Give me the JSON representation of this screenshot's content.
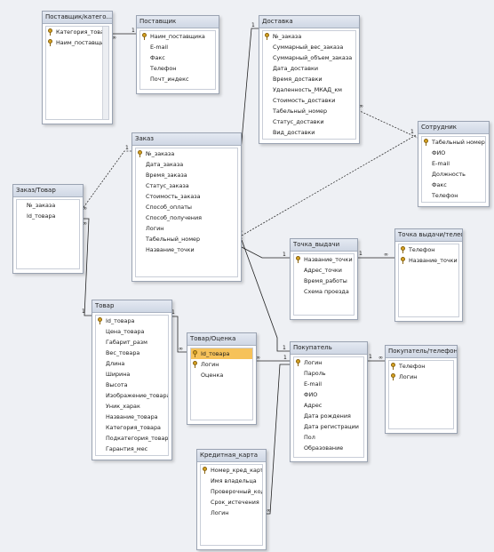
{
  "tables": {
    "supplier_category": {
      "title": "Поставщик/катего...",
      "fields": [
        "Категория_товара",
        "Наим_поставщика"
      ]
    },
    "supplier": {
      "title": "Поставщик",
      "fields": [
        "Наим_поставщика",
        "E-mail",
        "Факс",
        "Телефон",
        "Почт_индекс"
      ]
    },
    "delivery": {
      "title": "Доставка",
      "fields": [
        "№_заказа",
        "Суммарный_вес_заказа",
        "Суммарный_объем_заказа",
        "Дата_доставки",
        "Время_доставки",
        "Удаленность_МКАД_км",
        "Стоимость_доставки",
        "Табельный_номер",
        "Статус_доставки",
        "Вид_доставки"
      ]
    },
    "employee": {
      "title": "Сотрудник",
      "fields": [
        "Табельный номер",
        "ФИО",
        "E-mail",
        "Должность",
        "Факс",
        "Телефон"
      ]
    },
    "order": {
      "title": "Заказ",
      "fields": [
        "№_заказа",
        "Дата_заказа",
        "Время_заказа",
        "Статус_заказа",
        "Стоимость_заказа",
        "Способ_оплаты",
        "Способ_получения",
        "Логин",
        "Табельный_номер",
        "Название_точки"
      ]
    },
    "order_goods": {
      "title": "Заказ/Товар",
      "fields": [
        "№_заказа",
        "Id_товара"
      ]
    },
    "pickup_point": {
      "title": "Точка_выдачи",
      "fields": [
        "Название_точки",
        "Адрес_точки",
        "Время_работы",
        "Схема проезда"
      ]
    },
    "pickup_phone": {
      "title": "Точка выдачи/телеф...",
      "fields": [
        "Телефон",
        "Название_точки"
      ]
    },
    "goods": {
      "title": "Товар",
      "fields": [
        "Id_товара",
        "Цена_товара",
        "Габарит_разм",
        "Вес_товара",
        "Длина",
        "Ширина",
        "Высота",
        "Изображение_товара",
        "Уник_харак",
        "Название_товара",
        "Категория_товара",
        "Подкатегория_товара",
        "Гарантия_мес"
      ]
    },
    "goods_rating": {
      "title": "Товар/Оценка",
      "fields": [
        "Id_товара",
        "Логин",
        "Оценка"
      ]
    },
    "buyer": {
      "title": "Покупатель",
      "fields": [
        "Логин",
        "Пароль",
        "E-mail",
        "ФИО",
        "Адрес",
        "Дата рождения",
        "Дата регистрации",
        "Пол",
        "Образование"
      ]
    },
    "buyer_phone": {
      "title": "Покупатель/телефон",
      "fields": [
        "Телефон",
        "Логин"
      ]
    },
    "loyalty_card": {
      "title": "Кредитная_карта",
      "fields": [
        "Номер_кред_карты",
        "Имя владельца",
        "Проверочный_код",
        "Срок_истечения",
        "Логин"
      ]
    }
  },
  "relation_labels": {
    "one": "1",
    "many": "∞"
  }
}
